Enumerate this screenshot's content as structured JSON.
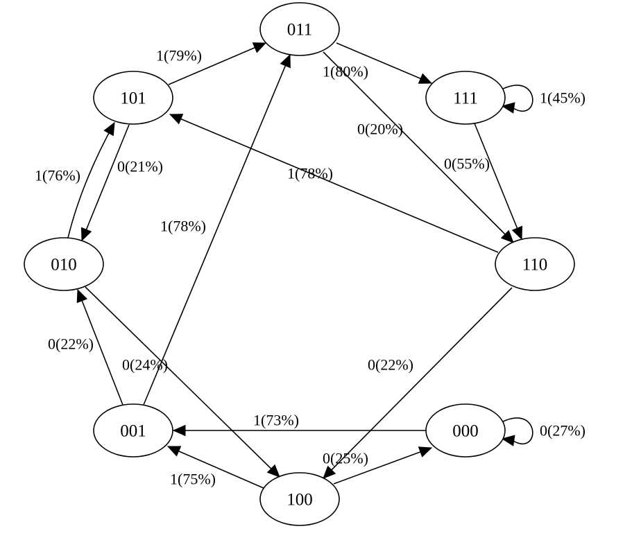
{
  "graph": {
    "type": "state-transition-diagram",
    "colors": {
      "stroke": "#000000",
      "background": "#ffffff"
    },
    "nodes": [
      {
        "id": "011",
        "label": "011"
      },
      {
        "id": "101",
        "label": "101"
      },
      {
        "id": "111",
        "label": "111"
      },
      {
        "id": "010",
        "label": "010"
      },
      {
        "id": "110",
        "label": "110"
      },
      {
        "id": "001",
        "label": "001"
      },
      {
        "id": "000",
        "label": "000"
      },
      {
        "id": "100",
        "label": "100"
      }
    ],
    "edges": [
      {
        "from": "101",
        "to": "011",
        "label": "1(79%)"
      },
      {
        "from": "011",
        "to": "111",
        "label": "1(80%)"
      },
      {
        "from": "011",
        "to": "110",
        "label": "0(20%)"
      },
      {
        "from": "111",
        "to": "111",
        "label": "1(45%)"
      },
      {
        "from": "111",
        "to": "110",
        "label": "0(55%)"
      },
      {
        "from": "110",
        "to": "101",
        "label": "1(78%)"
      },
      {
        "from": "110",
        "to": "100",
        "label": "0(22%)"
      },
      {
        "from": "101",
        "to": "010",
        "label": "0(21%)"
      },
      {
        "from": "010",
        "to": "101",
        "label": "1(76%)"
      },
      {
        "from": "001",
        "to": "011",
        "label": "1(78%)"
      },
      {
        "from": "001",
        "to": "010",
        "label": "0(22%)"
      },
      {
        "from": "010",
        "to": "100",
        "label": "0(24%)"
      },
      {
        "from": "000",
        "to": "001",
        "label": "1(73%)"
      },
      {
        "from": "000",
        "to": "000",
        "label": "0(27%)"
      },
      {
        "from": "100",
        "to": "000",
        "label": "0(25%)"
      },
      {
        "from": "100",
        "to": "001",
        "label": "1(75%)"
      }
    ]
  }
}
